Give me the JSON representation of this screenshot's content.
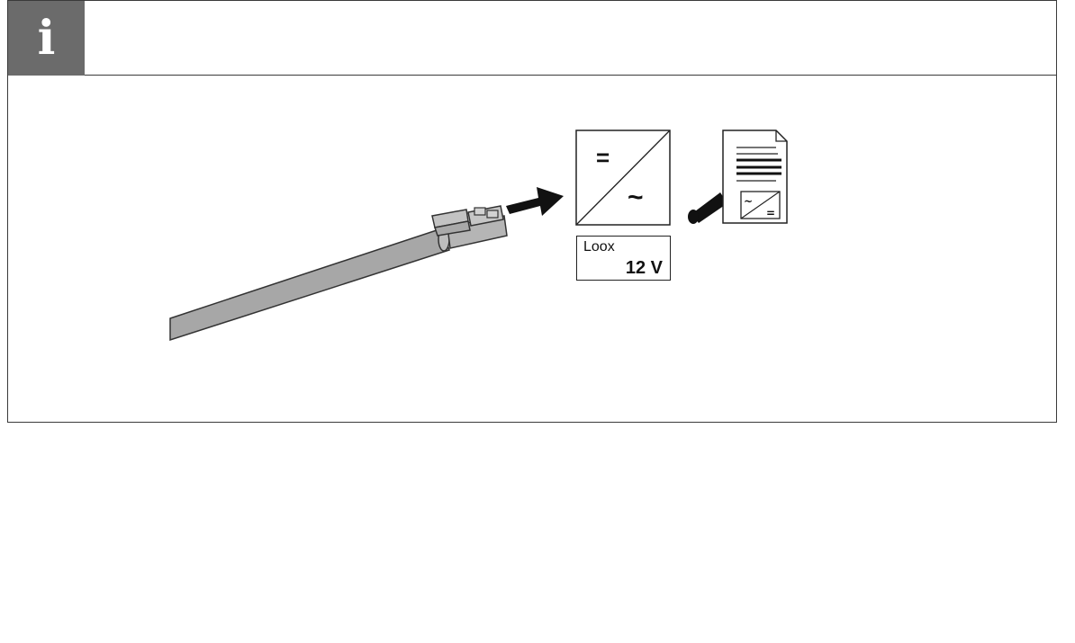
{
  "header": {
    "info_icon_glyph": "i",
    "badge_color": "#6b6b6b"
  },
  "driver": {
    "brand": "Loox",
    "voltage": "12 V",
    "dc_symbol": "=",
    "ac_symbol": "~"
  },
  "colors": {
    "cable": "#a7a7a7",
    "connector": "#b5b5b5",
    "line": "#222222"
  },
  "icons": [
    "info-icon",
    "cable-with-plug",
    "insert-arrow",
    "power-driver",
    "screwdriver-icon",
    "document-icon"
  ]
}
